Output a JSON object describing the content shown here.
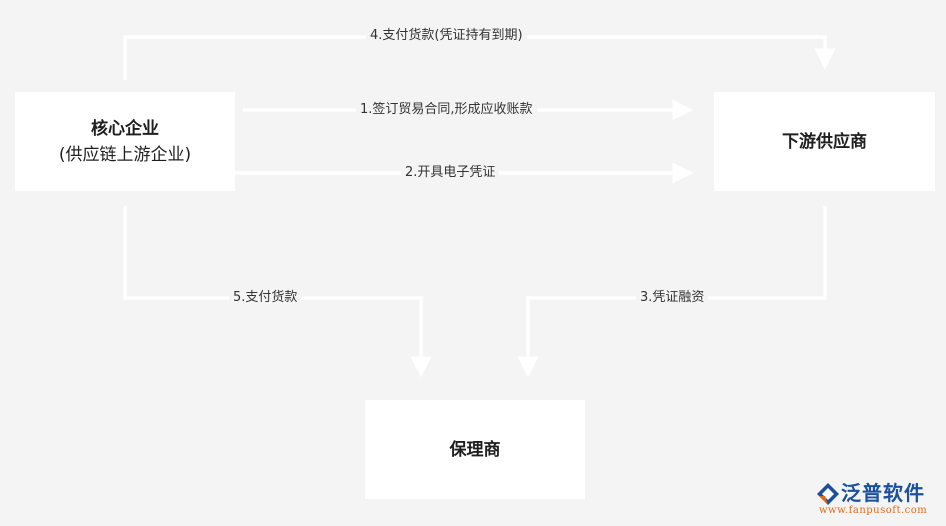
{
  "nodes": {
    "core": {
      "title": "核心企业",
      "subtitle": "(供应链上游企业)"
    },
    "downstream": {
      "title": "下游供应商"
    },
    "factor": {
      "title": "保理商"
    }
  },
  "edges": {
    "e1": "1.签订贸易合同,形成应收账款",
    "e2": "2.开具电子凭证",
    "e3": "3.凭证融资",
    "e4": "4.支付货款(凭证持有到期)",
    "e5": "5.支付货款"
  },
  "logo": {
    "name": "泛普软件",
    "url": "www.fanpusoft.com"
  },
  "colors": {
    "background": "#f4f4f4",
    "box": "#ffffff",
    "arrow": "#ffffff",
    "logo_blue": "#1c4f9c",
    "logo_orange": "#e06c1a"
  }
}
